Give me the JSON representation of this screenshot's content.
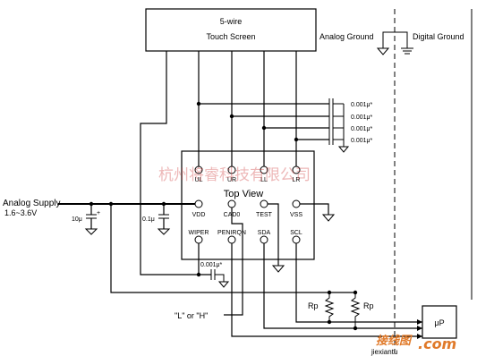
{
  "touch_screen": {
    "line1": "5-wire",
    "line2": "Touch Screen"
  },
  "grounds": {
    "analog": "Analog Ground",
    "digital": "Digital Ground"
  },
  "caps_top": [
    "0.001μ*",
    "0.001μ*",
    "0.001μ*",
    "0.001μ*"
  ],
  "chip": {
    "title": "Top View",
    "top_pins": [
      "UL",
      "UR",
      "LL",
      "LR"
    ],
    "mid_pins": [
      "VDD",
      "CAD0",
      "TEST",
      "VSS"
    ],
    "bot_pins": [
      "WIPER",
      "PENIRQN",
      "SDA",
      "SCL"
    ]
  },
  "supply": {
    "label": "Analog Supply",
    "range": "1.6~3.6V"
  },
  "cap_10u": "10μ",
  "cap_01u": "0.1μ",
  "cap_wiper": "0.001μ*",
  "lh_label": "\"L\" or \"H\"",
  "resistors": [
    "Rp",
    "Rp"
  ],
  "mcu": "μP",
  "watermark": {
    "top": "杭州将睿科技有限公司",
    "bottom_cn": "接线图",
    "bottom_com": ".com",
    "bottom_url": "jiexiantu"
  }
}
